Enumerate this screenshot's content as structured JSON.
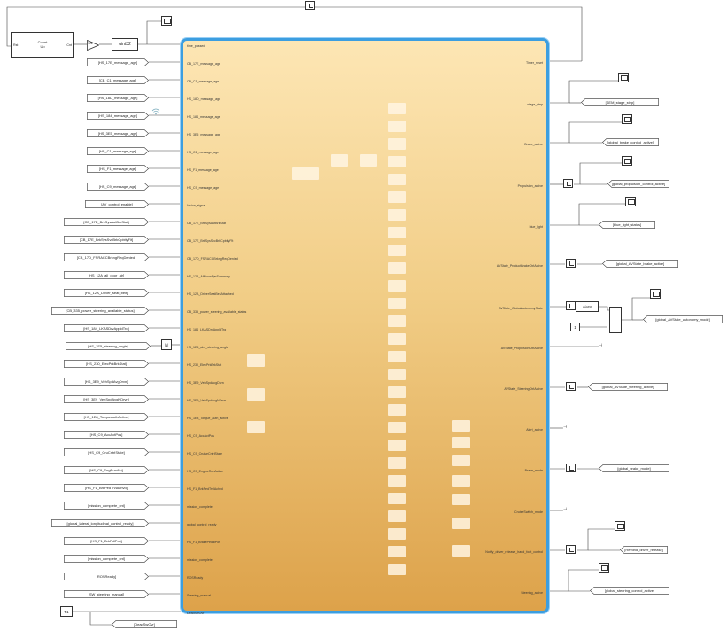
{
  "counter": {
    "label_line1": "Count",
    "label_line2": "Up",
    "port_rst": "Rst",
    "port_cnt": "Cnt"
  },
  "gain": {
    "value": "1/4"
  },
  "convert": {
    "label": "uint32"
  },
  "subsystem": {
    "inputs": [
      "time_passed",
      "CB_17E_message_age",
      "CB_C1_message_age",
      "HS_18D_message_age",
      "HS_184_message_age",
      "HS_3E5_message_age",
      "HS_C1_message_age",
      "HS_F1_message_age",
      "HS_C9_message_age",
      "Vision_signal",
      "CB_17E_BrkSysAutBrkStat",
      "CB_17E_BrkSysSvcBrkCpbltyFlt",
      "CB_17D_FSRACCBrkngReqDenied",
      "HS_12A_AllDoorAjarSummary",
      "HS_12A_DriverSeatBeltAttached",
      "CB_335_power_steering_available_status",
      "HS_184_LKASDrvAppldTrq",
      "HS_1E5_abs_steering_angle",
      "HS_230_ElecPrkBrkStat",
      "HS_3E9_VehSpdAvgDrvn",
      "HS_3E9_VehSpdAvgNDrvn",
      "HS_1E8_Torque_auth_active",
      "HS_C9_AccActPos",
      "HS_C9_CruiseCntrlState",
      "HS_C9_EngineRunActive",
      "HS_F1_BrkPedTrvlAchvd",
      "mission_complete",
      "global_control_ready",
      "HS_F1_BrakePedalPos",
      "mission_complete",
      "ROSReady",
      "Steering_manual",
      "DeadSwOvr"
    ],
    "outputs": [
      "Timer_reset",
      "stage_step",
      "Brake_active",
      "Propulsion_active",
      "blue_light",
      "AVState_ProductBrakeCtrlActive",
      "AVState_GlobalAutonomyState",
      "AVState_PropulsionCtrlActive",
      "AVState_SteeringCtrlActive",
      "Alert_active",
      "Brake_mode",
      "CruiseSwitch_mode",
      "Notify_driver_release_hand_foot_control",
      "Steering_active"
    ]
  },
  "from_tags": [
    "[HS_17E_message_age]",
    "[CB_C1_message_age]",
    "[HS_18D_message_age]",
    "[HS_184_message_age]",
    "[HS_3E5_message_age]",
    "[HS_C1_message_age]",
    "[HS_F1_message_age]",
    "[HS_C9_message_age]",
    "[AV_control_enable]",
    "[CB_17E_BrkSysAutBrkStat]",
    "[CB_17E_BrkSysSvcBrkCpbltyFlt]",
    "[CB_17D_FSRACCBrkngReqDenied]",
    "[HS_12A_all_door_ajr]",
    "[HS_12A_Driver_seat_belt]",
    "[CB_335_power_steering_available_status]",
    "[HS_184_LKASDrvAppldTrq]",
    "[HS_1E5_steering_angle]",
    "[HS_230_ElecPrkBrkStat]",
    "[HS_3E9_VehSpdAvgDrvn]",
    "[HS_3E9_VehSpdAvgNDrvn]",
    "[HS_1E8_TorqueAuthActive]",
    "[HS_C9_AccActPos]",
    "[HS_C9_CruCntrlState]",
    "[HS_C9_EngRunAtv]",
    "[HS_F1_BrkPedTrvlAchvd]",
    "[mission_complete_cnt]",
    "[global_lateral_longitudinal_control_ready]",
    "[HS_F1_BrkPdlPos]",
    "[mission_complete_cnt]",
    "[ROSReady]",
    "[SW_steering_manual]"
  ],
  "abs_block": "|u|",
  "goto_tags": {
    "stage_step": "[SEM_stage_step]",
    "brake": "[global_brake_control_active]",
    "propulsion": "[global_propulsion_control_active]",
    "blue_light": "[blue_light_status]",
    "avstate_brake": "[global_AVState_brake_active]",
    "avstate_autonomy": "[global_AVState_autonomy_mode]",
    "avstate_steering": "[global_AVState_steering_active]",
    "brake_mode": "[global_brake_mode]",
    "notify": "[Remind_driver_release]",
    "steering": "[global_steering_control_active]",
    "dead_sw": "[DeadSwOvr]"
  },
  "const_dead_sw": "T1",
  "const_one": "1",
  "convert_autonomy": "uint8"
}
